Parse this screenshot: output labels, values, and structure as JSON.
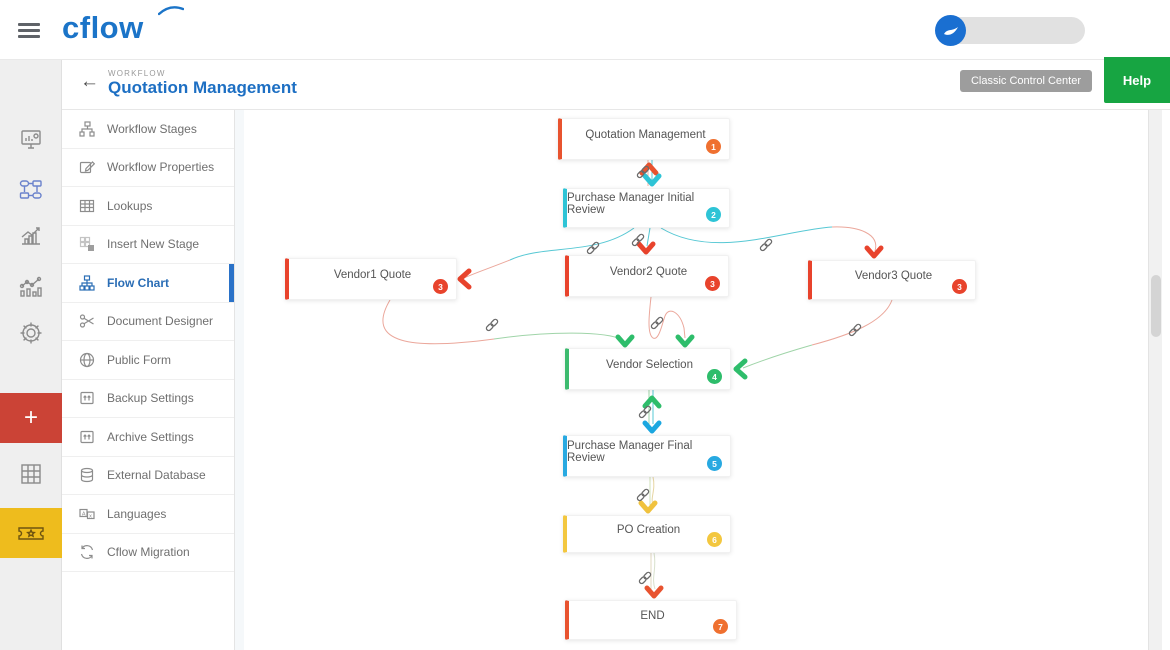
{
  "topbar": {
    "logo": "cflow",
    "menu_icon": "hamburger",
    "toggle_icon": "wave-swoosh"
  },
  "header": {
    "back": "←",
    "eyebrow": "WORKFLOW",
    "title": "Quotation Management",
    "classic_button": "Classic Control Center",
    "help_button": "Help"
  },
  "rail": {
    "items": [
      "dashboard-monitor",
      "workflow-nodes",
      "growth-chart",
      "analytics-chart",
      "settings-gear",
      "add-plus",
      "grid-table",
      "ticket-star"
    ],
    "plus_label": "+"
  },
  "sidebar": {
    "active": "Flow Chart",
    "items": [
      {
        "label": "Workflow Stages",
        "icon": "stages-icon"
      },
      {
        "label": "Workflow Properties",
        "icon": "edit-icon"
      },
      {
        "label": "Lookups",
        "icon": "table-icon"
      },
      {
        "label": "Insert New Stage",
        "icon": "grid-dim-icon"
      },
      {
        "label": "Flow Chart",
        "icon": "orgchart-icon"
      },
      {
        "label": "Document Designer",
        "icon": "scissors-icon"
      },
      {
        "label": "Public Form",
        "icon": "globe-icon"
      },
      {
        "label": "Backup Settings",
        "icon": "backup-icon"
      },
      {
        "label": "Archive Settings",
        "icon": "archive-icon"
      },
      {
        "label": "External Database",
        "icon": "database-icon"
      },
      {
        "label": "Languages",
        "icon": "languages-icon"
      },
      {
        "label": "Cflow Migration",
        "icon": "migration-icon"
      }
    ]
  },
  "flow": {
    "nodes": [
      {
        "label": "Quotation Management",
        "badge": "1",
        "color": "#e8532f",
        "badge_color": "#ef7030"
      },
      {
        "label": "Purchase Manager Initial Review",
        "badge": "2",
        "color": "#2ec4d6",
        "badge_color": "#2ec4d6"
      },
      {
        "label": "Vendor1 Quote",
        "badge": "3",
        "color": "#e8432c",
        "badge_color": "#e8432c"
      },
      {
        "label": "Vendor2 Quote",
        "badge": "3",
        "color": "#e8432c",
        "badge_color": "#e8432c"
      },
      {
        "label": "Vendor3 Quote",
        "badge": "3",
        "color": "#e8432c",
        "badge_color": "#e8432c"
      },
      {
        "label": "Vendor Selection",
        "badge": "4",
        "color": "#3cba6e",
        "badge_color": "#2ebd6b"
      },
      {
        "label": "Purchase Manager Final Review",
        "badge": "5",
        "color": "#28a9e1",
        "badge_color": "#28a9e1"
      },
      {
        "label": "PO Creation",
        "badge": "6",
        "color": "#f3c73f",
        "badge_color": "#f3c73f"
      },
      {
        "label": "END",
        "badge": "7",
        "color": "#e8532f",
        "badge_color": "#ef7030"
      }
    ],
    "edges": [
      {
        "from": "Quotation Management",
        "to": "Purchase Manager Initial Review",
        "bidirectional": true
      },
      {
        "from": "Purchase Manager Initial Review",
        "to": "Vendor1 Quote"
      },
      {
        "from": "Purchase Manager Initial Review",
        "to": "Vendor2 Quote"
      },
      {
        "from": "Purchase Manager Initial Review",
        "to": "Vendor3 Quote"
      },
      {
        "from": "Vendor1 Quote",
        "to": "Vendor Selection"
      },
      {
        "from": "Vendor2 Quote",
        "to": "Vendor Selection"
      },
      {
        "from": "Vendor3 Quote",
        "to": "Vendor Selection"
      },
      {
        "from": "Vendor Selection",
        "to": "Purchase Manager Final Review",
        "bidirectional": true
      },
      {
        "from": "Purchase Manager Final Review",
        "to": "PO Creation"
      },
      {
        "from": "PO Creation",
        "to": "END"
      }
    ]
  },
  "colors": {
    "brand_blue": "#1b74c8",
    "help_green": "#17a542",
    "rail_red": "#cb4336",
    "rail_yellow": "#eebc1d",
    "teal_line": "#57c8d4",
    "salmon_line": "#eba79b",
    "green_line": "#9fd4a8",
    "arrow_orange": "#e8532f",
    "arrow_red": "#e8432c",
    "arrow_green": "#2ebd6b",
    "arrow_blue": "#1ba7e0",
    "arrow_yellow": "#f0c23e"
  }
}
